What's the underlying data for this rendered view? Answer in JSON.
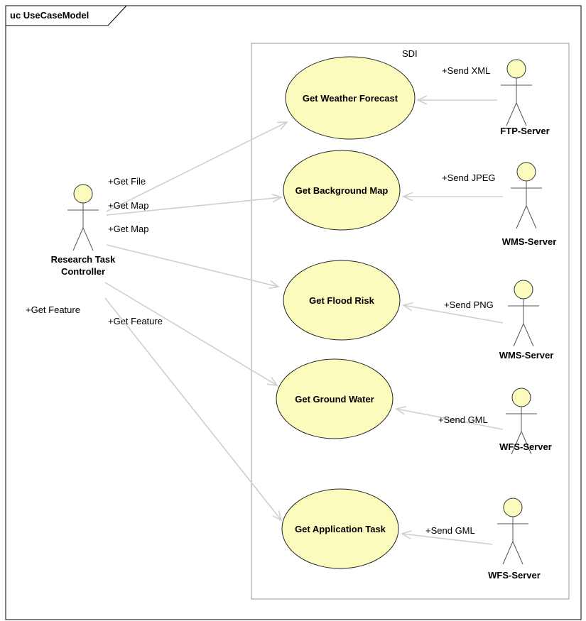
{
  "frame": {
    "title": "uc UseCaseModel"
  },
  "system": {
    "name": "SDI"
  },
  "use_cases": [
    {
      "id": "weather",
      "label": "Get Weather Forecast"
    },
    {
      "id": "background",
      "label": "Get Background Map"
    },
    {
      "id": "flood",
      "label": "Get Flood Risk"
    },
    {
      "id": "ground",
      "label": "Get Ground Water"
    },
    {
      "id": "application",
      "label": "Get Application Task"
    }
  ],
  "actors": [
    {
      "id": "controller",
      "lines": [
        "Research Task",
        "Controller"
      ]
    },
    {
      "id": "ftp",
      "lines": [
        "FTP-Server"
      ]
    },
    {
      "id": "wms1",
      "lines": [
        "WMS-Server"
      ]
    },
    {
      "id": "wms2",
      "lines": [
        "WMS-Server"
      ]
    },
    {
      "id": "wfs1",
      "lines": [
        "WFS-Server"
      ]
    },
    {
      "id": "wfs2",
      "lines": [
        "WFS-Server"
      ]
    }
  ],
  "associations": [
    {
      "from": "controller",
      "to": "weather",
      "role": "+Get File"
    },
    {
      "from": "controller",
      "to": "background",
      "role": "+Get Map"
    },
    {
      "from": "controller",
      "to": "flood",
      "role": "+Get Map"
    },
    {
      "from": "controller",
      "to": "ground",
      "role": "+Get Feature"
    },
    {
      "from": "controller",
      "to": "application",
      "role": "+Get Feature"
    },
    {
      "from": "ftp",
      "to": "weather",
      "role": "+Send XML"
    },
    {
      "from": "wms1",
      "to": "background",
      "role": "+Send JPEG"
    },
    {
      "from": "wms2",
      "to": "flood",
      "role": "+Send PNG"
    },
    {
      "from": "wfs1",
      "to": "ground",
      "role": "+Send GML"
    },
    {
      "from": "wfs2",
      "to": "application",
      "role": "+Send GML"
    }
  ]
}
